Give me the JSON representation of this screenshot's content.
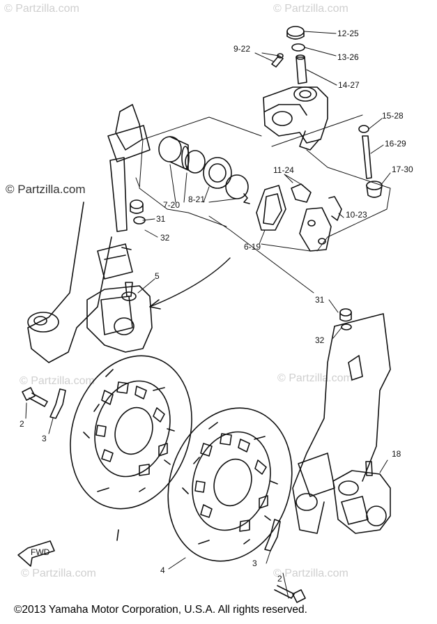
{
  "watermarks": {
    "main": "© Partzilla.com",
    "repeat": "© Partzilla.com"
  },
  "labels": {
    "l1225": "12-25",
    "l1326": "13-26",
    "l1427": "14-27",
    "l922": "9-22",
    "l1528": "15-28",
    "l1629": "16-29",
    "l1730": "17-30",
    "l1124": "11-24",
    "l1023": "10-23",
    "l720": "7-20",
    "l821": "8-21",
    "l619": "6-19",
    "l31a": "31",
    "l32a": "32",
    "l5": "5",
    "l31b": "31",
    "l32b": "32",
    "l2a": "2",
    "l3a": "3",
    "l18": "18",
    "l4": "4",
    "l3b": "3",
    "l2b": "2",
    "fwd": "FWD"
  },
  "footer": "©2013  Yamaha Motor Corporation, U.S.A. All rights reserved."
}
